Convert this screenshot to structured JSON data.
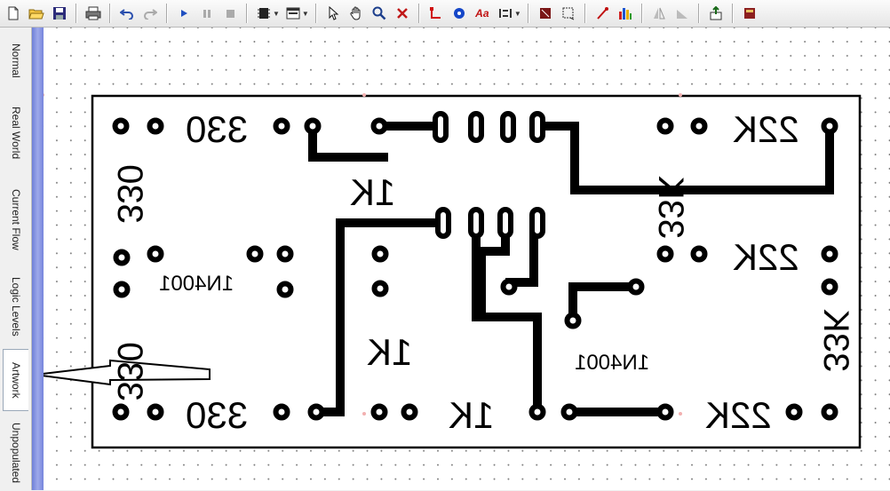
{
  "toolbar": {
    "buttons": [
      {
        "name": "new-file-icon",
        "group": 1
      },
      {
        "name": "open-folder-icon",
        "group": 1
      },
      {
        "name": "save-icon",
        "group": 1
      },
      {
        "name": "print-icon",
        "group": 2
      },
      {
        "name": "undo-icon",
        "group": 3
      },
      {
        "name": "redo-icon",
        "group": 3
      },
      {
        "name": "play-icon",
        "group": 4
      },
      {
        "name": "pause-icon",
        "group": 4
      },
      {
        "name": "stop-icon",
        "group": 4
      },
      {
        "name": "component-icon",
        "group": 5
      },
      {
        "name": "layout-icon",
        "group": 5
      },
      {
        "name": "pointer-icon",
        "group": 6
      },
      {
        "name": "hand-icon",
        "group": 6
      },
      {
        "name": "zoom-icon",
        "group": 6
      },
      {
        "name": "delete-icon",
        "group": 6
      },
      {
        "name": "wire-icon",
        "group": 7
      },
      {
        "name": "pad-icon",
        "group": 7
      },
      {
        "name": "text-icon",
        "group": 7
      },
      {
        "name": "align-icon",
        "group": 7
      },
      {
        "name": "board-icon",
        "group": 8
      },
      {
        "name": "outline-icon",
        "group": 8
      },
      {
        "name": "probe-icon",
        "group": 9
      },
      {
        "name": "meter-icon",
        "group": 9
      },
      {
        "name": "flip-horizontal-icon",
        "group": 10
      },
      {
        "name": "flip-vertical-icon",
        "group": 10
      },
      {
        "name": "export-icon",
        "group": 11
      },
      {
        "name": "book-icon",
        "group": 12
      }
    ],
    "text_icon_label": "Aa"
  },
  "sidetabs": [
    {
      "label": "Normal",
      "active": false
    },
    {
      "label": "Real World",
      "active": false
    },
    {
      "label": "Current Flow",
      "active": false
    },
    {
      "label": "Logic Levels",
      "active": false
    },
    {
      "label": "Artwork",
      "active": true
    },
    {
      "label": "Unpopulated",
      "active": false
    }
  ],
  "labels": {
    "r330_top": "330",
    "r330_bottom": "330",
    "r330_vert_top": "330",
    "r330_vert_mid": "330",
    "r22k_top": "22K",
    "r22k_mid": "22K",
    "r22k_bottom": "22K",
    "r33k_vert_mid": "33K",
    "r33k_vert_right": "33K",
    "r1k_top": "1K",
    "r1k_mid": "1K",
    "r1k_bottom": "1K",
    "d1n4001_left": "1N4001",
    "d1n4001_right": "1N4001"
  },
  "colors": {
    "board_fill": "#ffffff",
    "trace": "#000000",
    "grid_dot": "#7a7a7a",
    "side_strip": "#7b8ade",
    "origin_marker": "#f2b0b0"
  }
}
